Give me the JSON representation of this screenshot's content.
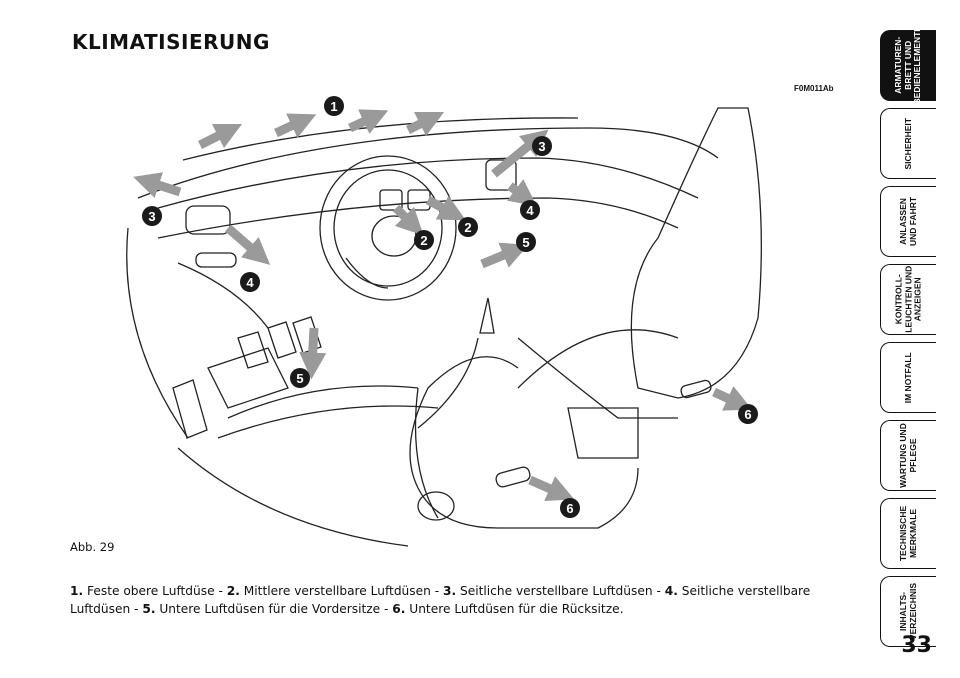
{
  "page": {
    "title": "KLIMATISIERUNG",
    "figure_code": "F0M011Ab",
    "figure_label": "Abb. 29",
    "page_number": "33"
  },
  "caption": [
    {
      "num": "1.",
      "text": " Feste obere Luftdüse - "
    },
    {
      "num": "2.",
      "text": " Mittlere verstellbare Luftdüsen - "
    },
    {
      "num": "3.",
      "text": " Seitliche verstellbare Luftdüsen - "
    },
    {
      "num": "4.",
      "text": " Seitliche verstellbare Luftdüsen - "
    },
    {
      "num": "5.",
      "text": " Untere Luftdüsen für die Vordersitze - "
    },
    {
      "num": "6.",
      "text": " Untere Luftdüsen für die Rücksitze."
    }
  ],
  "callouts": [
    "1",
    "2",
    "2",
    "3",
    "3",
    "4",
    "4",
    "5",
    "5",
    "6",
    "6"
  ],
  "tabs": [
    {
      "label": "ARMATUREN-\nBRETT UND\nBEDIENELEMENTE",
      "active": true
    },
    {
      "label": "SICHERHEIT",
      "active": false
    },
    {
      "label": "ANLASSEN\nUND FAHRT",
      "active": false
    },
    {
      "label": "KONTROLL-\nLEUCHTEN UND\nANZEIGEN",
      "active": false
    },
    {
      "label": "IM NOTFALL",
      "active": false
    },
    {
      "label": "WARTUNG UND\nPFLEGE",
      "active": false
    },
    {
      "label": "TECHNISCHE\nMERKMALE",
      "active": false
    },
    {
      "label": "INHALTS-\nVERZEICHNIS",
      "active": false
    }
  ],
  "colors": {
    "arrow": "#9a9a9a",
    "badge": "#1a1a1a",
    "ink": "#222222"
  }
}
